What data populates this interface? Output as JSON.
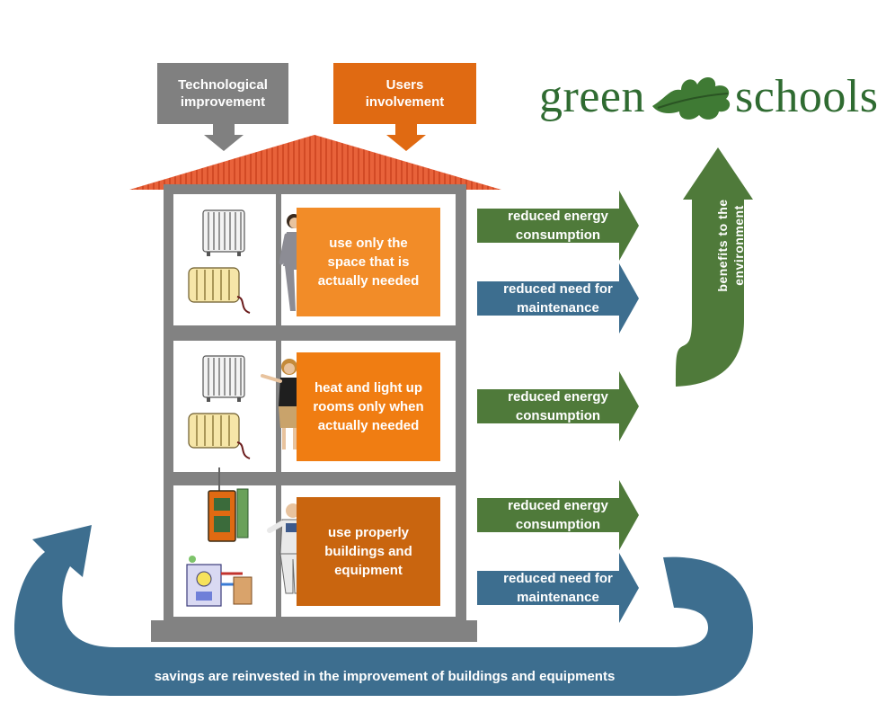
{
  "header": {
    "technological": "Technological\nimprovement",
    "users": "Users\ninvolvement"
  },
  "logo": {
    "left_word": "green",
    "right_word": "schools"
  },
  "floors": [
    {
      "action": "use only the\nspace that is\nactually needed",
      "benefits": [
        "reduced energy\nconsumption",
        "reduced need for\nmaintenance"
      ]
    },
    {
      "action": "heat and light up\nrooms only when\nactually needed",
      "benefits": [
        "reduced energy\nconsumption"
      ]
    },
    {
      "action": "use properly\nbuildings and\nequipment",
      "benefits": [
        "reduced energy\nconsumption",
        "reduced need for\nmaintenance"
      ]
    }
  ],
  "environment_label": "benefits to the\nenvironment",
  "savings_label": "savings are reinvested in the improvement of buildings and equipments",
  "colors": {
    "grey": "#808080",
    "orange_header": "#e06a12",
    "orange_1": "#f28c28",
    "orange_2": "#f07d12",
    "orange_3": "#c9650f",
    "green": "#4f7a3a",
    "blue": "#3d6e8f",
    "roof": "#e8623a"
  }
}
